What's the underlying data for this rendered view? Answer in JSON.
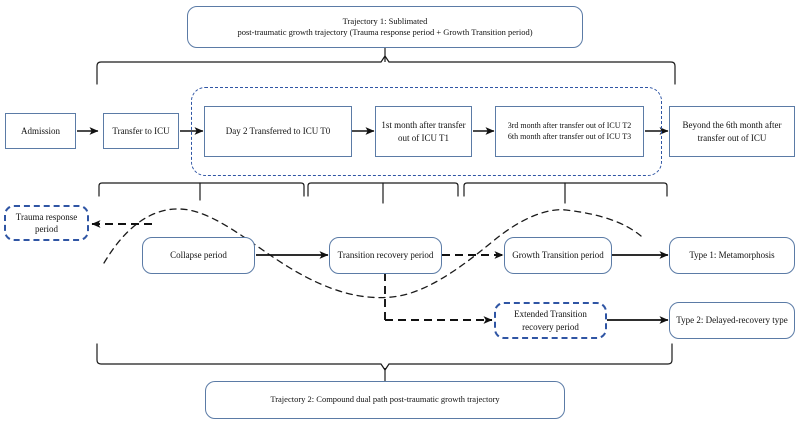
{
  "diagram": {
    "title": "Post-traumatic growth trajectory flow diagram",
    "colors": {
      "box_border_blue": "#5b7ba6",
      "dashed_blue": "#2f55a4",
      "line_black": "#1a1a1a",
      "text": "#111111",
      "background": "#ffffff"
    }
  },
  "trajectory1": {
    "line1": "Trajectory 1: Sublimated",
    "line2": "post-traumatic growth trajectory (Trauma response period + Growth Transition period)"
  },
  "trajectory2": {
    "label": "Trajectory 2: Compound dual path post-traumatic growth trajectory"
  },
  "timeline": {
    "admission": "Admission",
    "transfer_to_icu": "Transfer to ICU",
    "t0": "Day 2 Transferred to ICU T0",
    "t1_line1": "1st month after transfer",
    "t1_line2": "out of ICU T1",
    "t2": "3rd month after transfer out of ICU T2",
    "t3": "6th month after transfer out of ICU T3",
    "beyond_line1": "Beyond the 6th month after",
    "beyond_line2": "transfer out of ICU"
  },
  "periods": {
    "trauma_response_line1": "Trauma response",
    "trauma_response_line2": "period",
    "collapse": "Collapse period",
    "transition_recovery": "Transition recovery period",
    "growth_transition": "Growth Transition period",
    "extended_line1": "Extended Transition",
    "extended_line2": "recovery period"
  },
  "outcomes": {
    "type1": "Type 1: Metamorphosis",
    "type2": "Type 2: Delayed-recovery type"
  }
}
